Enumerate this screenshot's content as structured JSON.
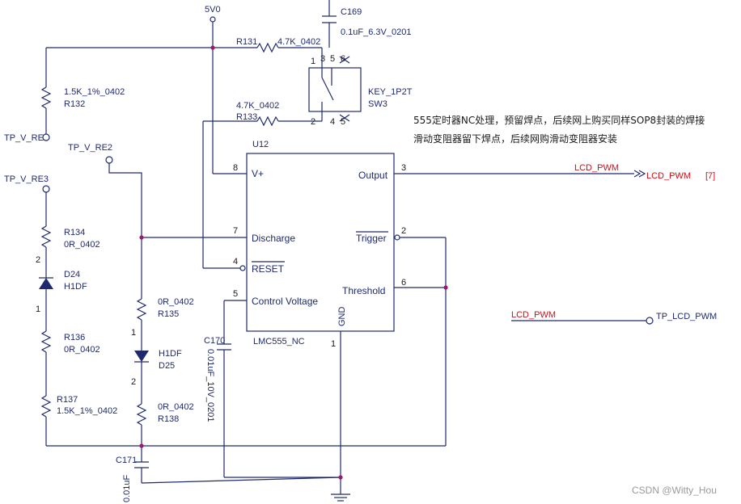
{
  "power": {
    "vcc": "5V0"
  },
  "u12": {
    "ref": "U12",
    "part": "LMC555_NC",
    "pins": {
      "v_plus": "V+",
      "v_plus_num": "8",
      "discharge": "Discharge",
      "discharge_num": "7",
      "reset": "RESET",
      "reset_num": "4",
      "control": "Control Voltage",
      "control_num": "5",
      "output": "Output",
      "output_num": "3",
      "trigger": "Trigger",
      "trigger_num": "2",
      "threshold": "Threshold",
      "threshold_num": "6",
      "gnd": "GND",
      "gnd_num": "1"
    }
  },
  "components": {
    "r131": {
      "ref": "R131",
      "value": "4.7K_0402"
    },
    "r133": {
      "ref": "R133",
      "value": "4.7K_0402"
    },
    "r132": {
      "ref": "R132",
      "value": "1.5K_1%_0402"
    },
    "r134": {
      "ref": "R134",
      "value": "0R_0402"
    },
    "r135": {
      "ref": "R135",
      "value": "0R_0402"
    },
    "r136": {
      "ref": "R136",
      "value": "0R_0402"
    },
    "r137": {
      "ref": "R137",
      "value": "1.5K_1%_0402"
    },
    "r138": {
      "ref": "R138",
      "value": "0R_0402"
    },
    "c169": {
      "ref": "C169",
      "value": "0.1uF_6.3V_0201"
    },
    "c170": {
      "ref": "C170",
      "value": "0.01uF_10V_0201"
    },
    "c171": {
      "ref": "C171",
      "value": "0.01uF"
    },
    "d24": {
      "ref": "D24",
      "value": "H1DF"
    },
    "d25": {
      "ref": "D25",
      "value": "H1DF"
    },
    "sw3": {
      "ref": "SW3",
      "value": "KEY_1P2T"
    }
  },
  "testpoints": {
    "tp_v_re1": "TP_V_RE",
    "tp_v_re2": "TP_V_RE2",
    "tp_v_re3": "TP_V_RE3",
    "tp_lcd_pwm": "TP_LCD_PWM"
  },
  "nets": {
    "lcd_pwm_out": "LCD_PWM",
    "lcd_pwm_port": "LCD_PWM",
    "port_ref": "[7]",
    "lcd_pwm_in": "LCD_PWM"
  },
  "pin_numbers": {
    "sw_1": "1",
    "sw_2": "2",
    "sw_3": "3",
    "sw_4": "4",
    "sw_5": "5",
    "sw_6": "6",
    "d24_top": "2",
    "d24_bot": "1",
    "d25_top": "1",
    "d25_bot": "2"
  },
  "notes": {
    "line1": "555定时器NC处理，预留焊点，后续网上购买同样SOP8封装的焊接",
    "line2": "滑动变阻器留下焊点，后续网购滑动变阻器安装"
  },
  "watermark": "CSDN @Witty_Hou",
  "colors": {
    "wire": "#1f2a6e",
    "net": "#c8101a",
    "junction": "#9b1a6e"
  }
}
